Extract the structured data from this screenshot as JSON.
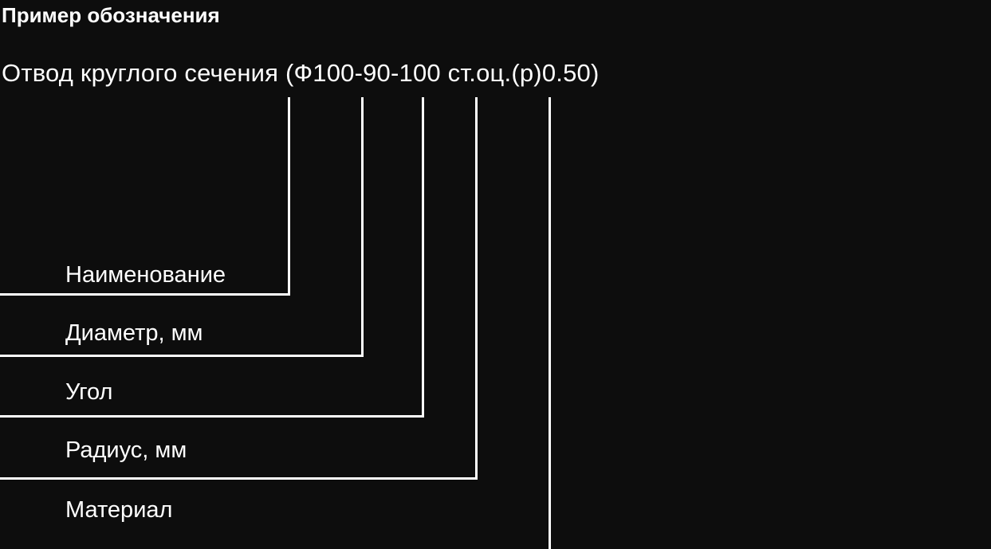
{
  "title": "Пример обозначения",
  "designation": "Отвод круглого сечения (Ф100-90-100 ст.оц.(р)0.50)",
  "labels": [
    "Наименование",
    "Диаметр, мм",
    "Угол",
    "Радиус, мм",
    "Материал"
  ],
  "colors": {
    "background": "#0d0d0d",
    "foreground": "#ffffff"
  }
}
